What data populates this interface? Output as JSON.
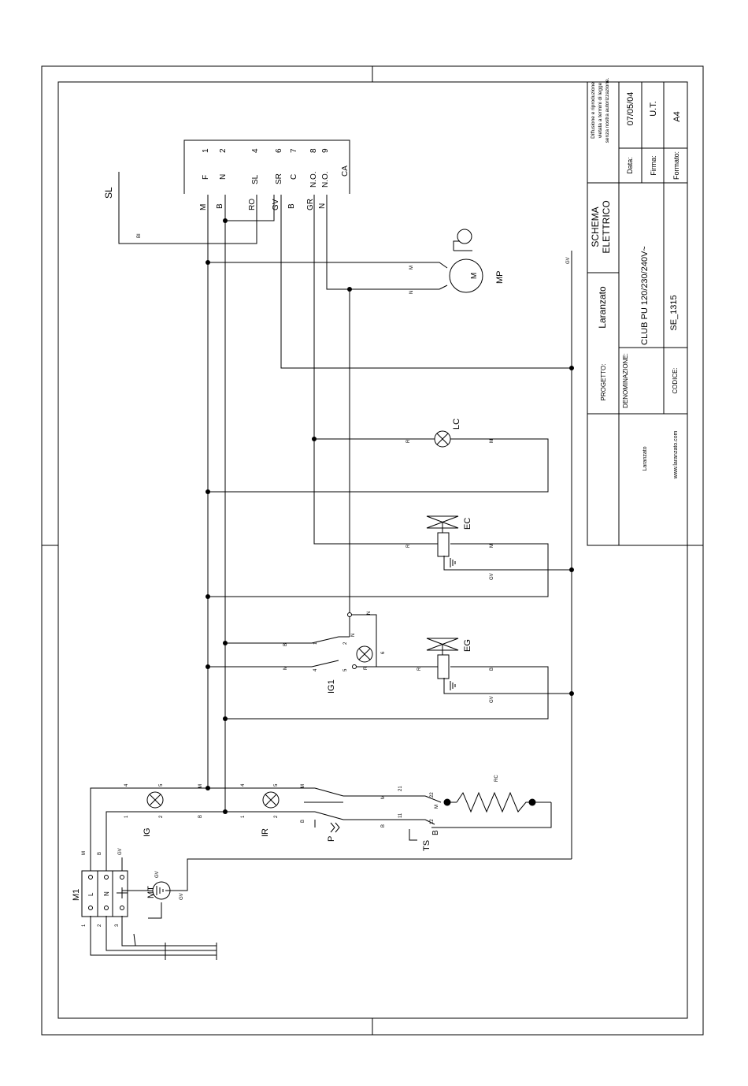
{
  "title_block": {
    "rights_line1": "Diffusione e riproduzione",
    "rights_line2": "vietata a termini di legge",
    "rights_line3": "senza nostra autorizzazione.",
    "date_label": "Data:",
    "date_value": "07/05/04",
    "firma_label": "Firma:",
    "firma_value": "U.T.",
    "formato_label": "Formato:",
    "formato_value": "A4",
    "schema_line1": "SCHEMA",
    "schema_line2": "ELETTRICO",
    "progetto_label": "PROGETTO:",
    "progetto_value": "Laranzato",
    "denominazione_label": "DENOMINAZIONE:",
    "denominazione_value": "CLUB PU  120/230/240V~",
    "codice_label": "CODICE:",
    "codice_value": "SE_1315",
    "company": "Laranzato",
    "website": "www.laranzato.com"
  },
  "connector": {
    "pins": [
      "1",
      "2",
      "4",
      "6",
      "7",
      "8",
      "9"
    ],
    "signals": [
      "F",
      "N",
      "SL",
      "SR",
      "C",
      "N.O.",
      "N.O.",
      "CA"
    ],
    "wire_colors": [
      "M",
      "B",
      "RO",
      "GV",
      "B",
      "GR",
      "N"
    ]
  },
  "components": {
    "sl": "SL",
    "mp": "MP",
    "motor": "M",
    "lc": "LC",
    "ec": "EC",
    "eg": "EG",
    "ig1": "IG1",
    "ig": "IG",
    "ir": "IR",
    "p": "P",
    "ts": "TS",
    "rc": "RC",
    "m1": "M1",
    "mt": "MT",
    "terminal_l": "L",
    "terminal_n": "N"
  },
  "wire_labels": {
    "bi": "BI",
    "m": "M",
    "n": "N",
    "b": "B",
    "r": "R",
    "gv": "GV"
  },
  "pin_numbers": {
    "p1": "1",
    "p2": "2",
    "p3": "3",
    "p4": "4",
    "p5": "5",
    "p6": "6",
    "p11": "11",
    "p12": "12",
    "p21": "21",
    "p22": "22"
  }
}
